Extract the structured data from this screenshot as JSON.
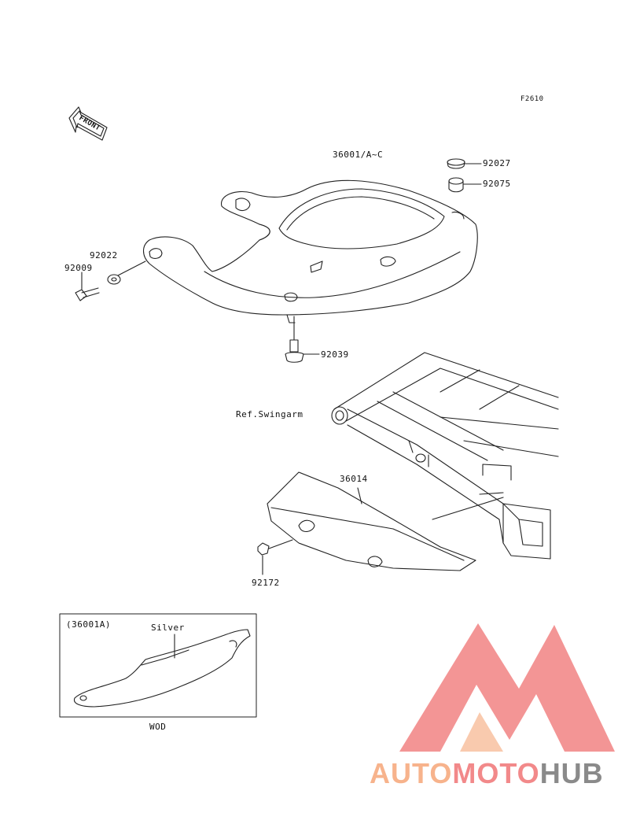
{
  "figure_code": "F2610",
  "front_arrow_label": "FRONT",
  "labels": {
    "cover_assy": "36001/A~C",
    "cap": "92027",
    "grommet": "92075",
    "washer": "92022",
    "bolt_side": "92009",
    "bolt_bottom": "92039",
    "ref_swingarm": "Ref.Swingarm",
    "chain_cover": "36014",
    "bolt_chain": "92172"
  },
  "inset": {
    "title": "(36001A)",
    "color_note": "Silver",
    "caption": "WOD"
  },
  "watermark": {
    "part1": "AUTO",
    "part2": "MOTO",
    "part3": "HUB",
    "colors": {
      "light": "#f7b38c",
      "accent": "#f2898a",
      "dark": "#8a8a8a"
    }
  }
}
